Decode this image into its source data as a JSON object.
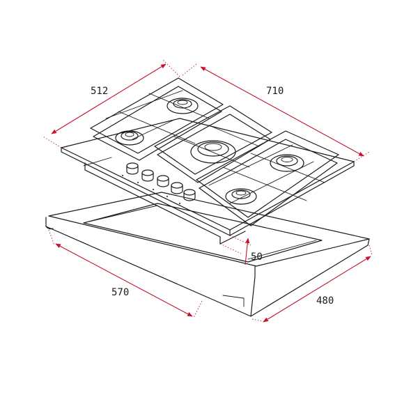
{
  "dimensions": {
    "depth": "512",
    "width": "710",
    "height": "50",
    "cutout_width": "570",
    "cutout_depth": "480"
  },
  "colors": {
    "dimension_line": "#c4122f",
    "outline": "#1a1a1a"
  }
}
